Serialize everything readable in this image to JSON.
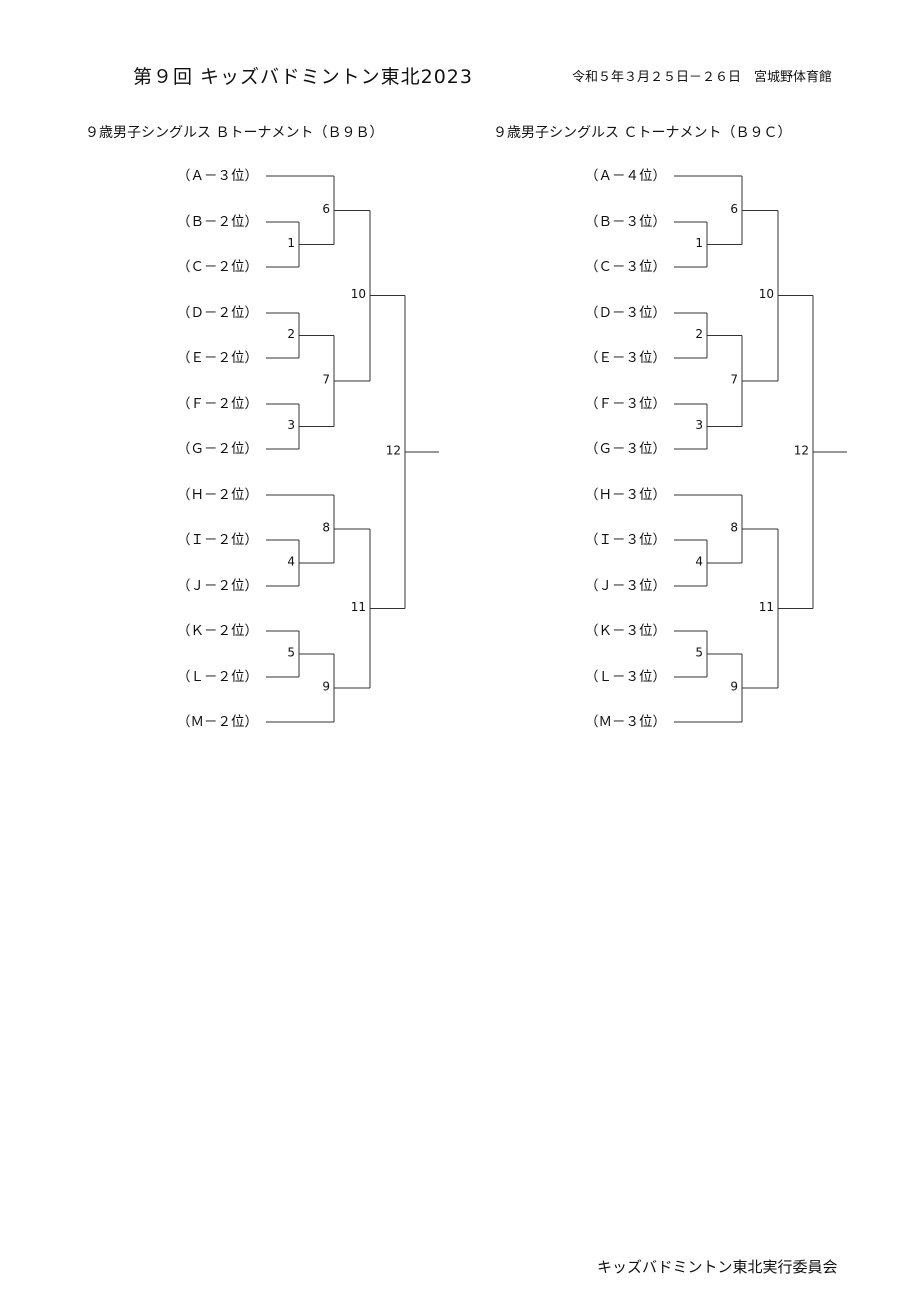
{
  "header": {
    "title": "第９回 キッズバドミントン東北2023",
    "date_venue": "令和５年３月２５日－２６日　宮城野体育館"
  },
  "brackets": [
    {
      "title": "９歳男子シングルス Ｂトーナメント（Ｂ９Ｂ）",
      "entries": [
        "（Ａ－３位）",
        "（Ｂ－２位）",
        "（Ｃ－２位）",
        "（Ｄ－２位）",
        "（Ｅ－２位）",
        "（Ｆ－２位）",
        "（Ｇ－２位）",
        "（Ｈ－２位）",
        "（Ｉ－２位）",
        "（Ｊ－２位）",
        "（Ｋ－２位）",
        "（Ｌ－２位）",
        "（Ｍ－２位）"
      ],
      "matches": [
        "1",
        "2",
        "3",
        "4",
        "5",
        "6",
        "7",
        "8",
        "9",
        "10",
        "11",
        "12"
      ]
    },
    {
      "title": "９歳男子シングルス Ｃトーナメント（Ｂ９Ｃ）",
      "entries": [
        "（Ａ－４位）",
        "（Ｂ－３位）",
        "（Ｃ－３位）",
        "（Ｄ－３位）",
        "（Ｅ－３位）",
        "（Ｆ－３位）",
        "（Ｇ－３位）",
        "（Ｈ－３位）",
        "（Ｉ－３位）",
        "（Ｊ－３位）",
        "（Ｋ－３位）",
        "（Ｌ－３位）",
        "（Ｍ－３位）"
      ],
      "matches": [
        "1",
        "2",
        "3",
        "4",
        "5",
        "6",
        "7",
        "8",
        "9",
        "10",
        "11",
        "12"
      ]
    }
  ],
  "footer": {
    "organizer": "キッズバドミントン東北実行委員会"
  }
}
